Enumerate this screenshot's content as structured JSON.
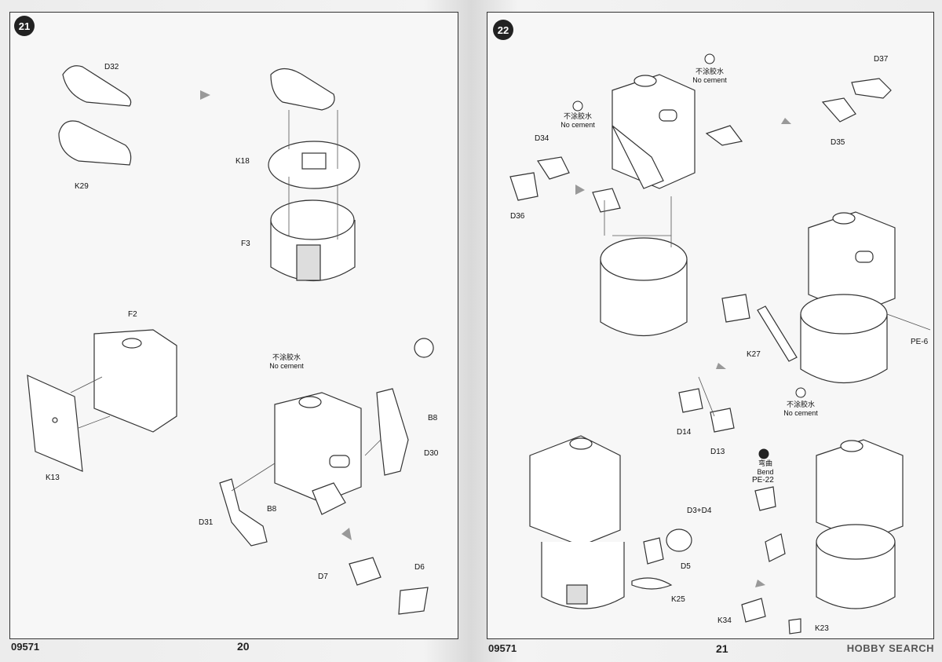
{
  "left_page": {
    "step": "21",
    "product_code": "09571",
    "page_number": "20",
    "labels": {
      "d32": "D32",
      "k29": "K29",
      "k18": "K18",
      "f3": "F3",
      "f2": "F2",
      "k13": "K13",
      "b8a": "B8",
      "b8b": "B8",
      "d30": "D30",
      "d31": "D31",
      "d7": "D7",
      "d6": "D6"
    },
    "note": {
      "zh": "不涂胶水",
      "en": "No cement"
    }
  },
  "right_page": {
    "step": "22",
    "product_code": "09571",
    "page_number": "21",
    "labels": {
      "d37": "D37",
      "d35": "D35",
      "d34": "D34",
      "d36": "D36",
      "k27": "K27",
      "pe6": "PE-6",
      "d14": "D14",
      "d13": "D13",
      "d3d4": "D3+D4",
      "d5": "D5",
      "k25": "K25",
      "k34": "K34",
      "k23": "K23",
      "pe22": "PE-22"
    },
    "notes": [
      {
        "zh": "不涂胶水",
        "en": "No cement"
      },
      {
        "zh": "不涂胶水",
        "en": "No cement"
      },
      {
        "zh": "不涂胶水",
        "en": "No cement"
      }
    ],
    "bend": {
      "zh": "弯曲",
      "en": "Bend"
    }
  },
  "watermark": "HOBBY SEARCH"
}
